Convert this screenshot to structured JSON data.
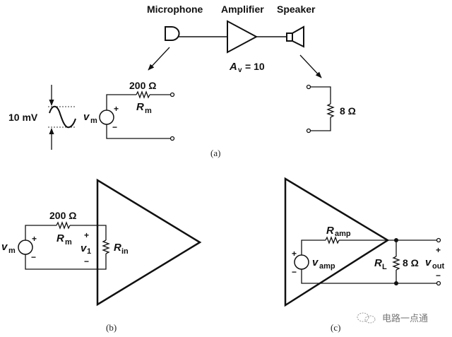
{
  "blocks": {
    "microphone": "Microphone",
    "amplifier": "Amplifier",
    "speaker": "Speaker"
  },
  "gain": {
    "symbol": "A",
    "sub": "v",
    "value": "= 10"
  },
  "panel_a": {
    "amplitude": "10 mV",
    "source": {
      "symbol": "v",
      "sub": "m",
      "plus": "+",
      "minus": "−"
    },
    "rm_value": "200 Ω",
    "rm": {
      "symbol": "R",
      "sub": "m"
    },
    "load_value": "8 Ω",
    "caption": "(a)"
  },
  "panel_b": {
    "source": {
      "symbol": "v",
      "sub": "m",
      "plus": "+",
      "minus": "−"
    },
    "rm_value": "200 Ω",
    "rm": {
      "symbol": "R",
      "sub": "m"
    },
    "v1": {
      "symbol": "v",
      "sub": "1",
      "plus": "+",
      "minus": "−"
    },
    "rin": {
      "symbol": "R",
      "sub": "in"
    },
    "caption": "(b)"
  },
  "panel_c": {
    "ramp": {
      "symbol": "R",
      "sub": "amp"
    },
    "vamp": {
      "symbol": "v",
      "sub": "amp",
      "plus": "+",
      "minus": "−"
    },
    "rl": {
      "symbol": "R",
      "sub": "L"
    },
    "rl_value": "8 Ω",
    "vout": {
      "symbol": "v",
      "sub": "out",
      "plus": "+",
      "minus": "−"
    },
    "caption": "(c)"
  },
  "watermark": {
    "icon": "wechat-icon",
    "text": "电路一点通"
  }
}
